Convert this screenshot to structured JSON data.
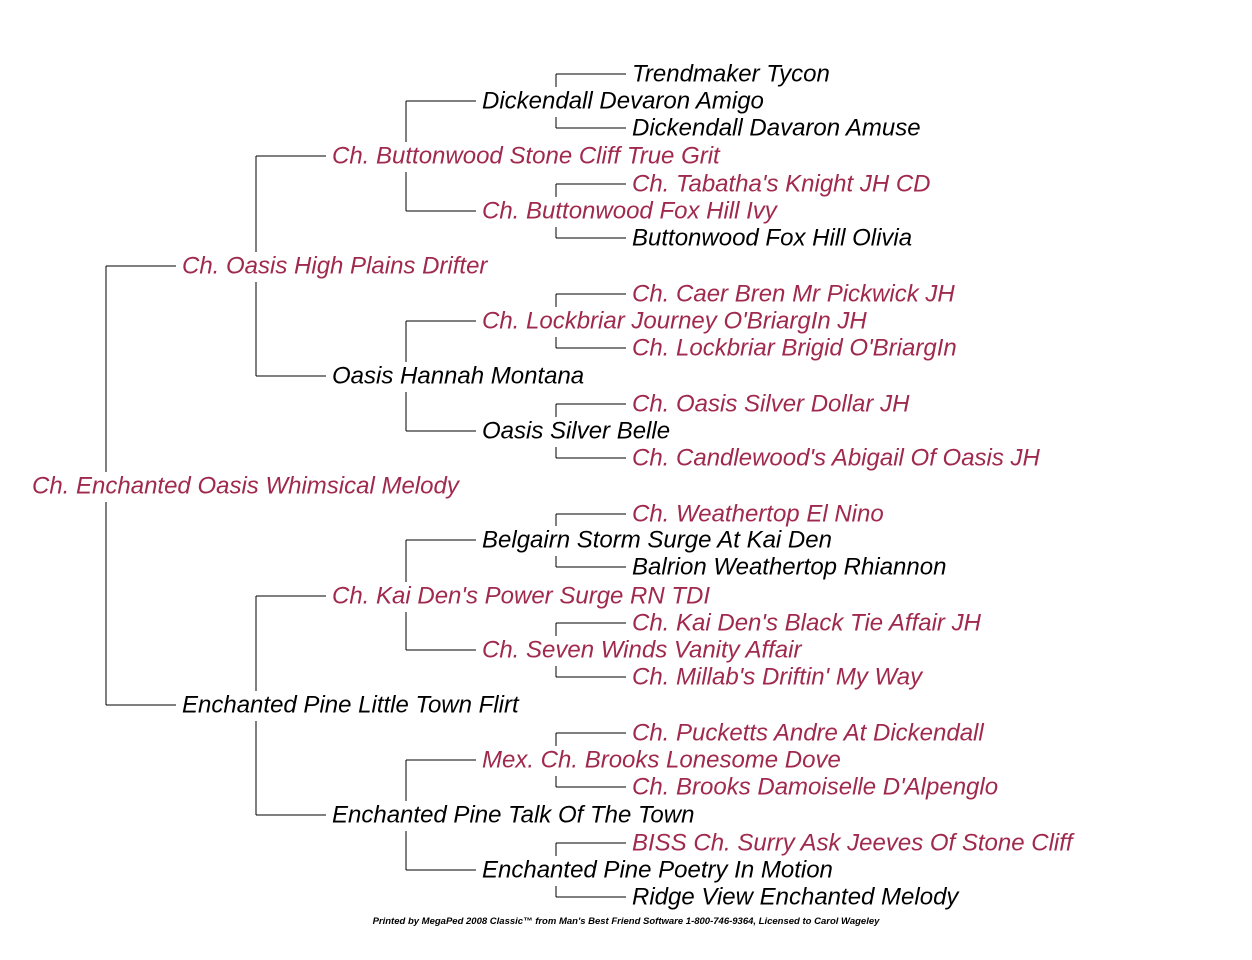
{
  "colors": {
    "champion": "#a0294e",
    "regular": "#000000"
  },
  "pedigree": {
    "name": "Ch. Enchanted Oasis Whimsical Melody",
    "champion": true,
    "sire": {
      "name": "Ch. Oasis High Plains Drifter",
      "champion": true,
      "sire": {
        "name": "Ch. Buttonwood Stone Cliff True Grit",
        "champion": true,
        "sire": {
          "name": "Dickendall Devaron Amigo",
          "champion": false,
          "sire": {
            "name": "Trendmaker Tycon",
            "champion": false
          },
          "dam": {
            "name": "Dickendall Davaron Amuse",
            "champion": false
          }
        },
        "dam": {
          "name": "Ch. Buttonwood Fox Hill Ivy",
          "champion": true,
          "sire": {
            "name": "Ch. Tabatha's Knight JH CD",
            "champion": true
          },
          "dam": {
            "name": "Buttonwood Fox Hill Olivia",
            "champion": false
          }
        }
      },
      "dam": {
        "name": "Oasis Hannah Montana",
        "champion": false,
        "sire": {
          "name": "Ch. Lockbriar Journey O'BriargIn JH",
          "champion": true,
          "sire": {
            "name": "Ch. Caer Bren Mr Pickwick JH",
            "champion": true
          },
          "dam": {
            "name": "Ch. Lockbriar Brigid O'BriargIn",
            "champion": true
          }
        },
        "dam": {
          "name": "Oasis Silver Belle",
          "champion": false,
          "sire": {
            "name": "Ch. Oasis Silver Dollar JH",
            "champion": true
          },
          "dam": {
            "name": "Ch. Candlewood's Abigail Of Oasis JH",
            "champion": true
          }
        }
      }
    },
    "dam": {
      "name": "Enchanted Pine Little Town Flirt",
      "champion": false,
      "sire": {
        "name": "Ch. Kai Den's Power Surge RN TDI",
        "champion": true,
        "sire": {
          "name": "Belgairn Storm Surge At Kai Den",
          "champion": false,
          "sire": {
            "name": "Ch. Weathertop El Nino",
            "champion": true
          },
          "dam": {
            "name": "Balrion Weathertop Rhiannon",
            "champion": false
          }
        },
        "dam": {
          "name": "Ch. Seven Winds Vanity Affair",
          "champion": true,
          "sire": {
            "name": "Ch. Kai Den's Black Tie Affair JH",
            "champion": true
          },
          "dam": {
            "name": "Ch. Millab's Driftin' My Way",
            "champion": true
          }
        }
      },
      "dam": {
        "name": "Enchanted Pine Talk Of The Town",
        "champion": false,
        "sire": {
          "name": "Mex. Ch. Brooks Lonesome Dove",
          "champion": true,
          "sire": {
            "name": "Ch. Pucketts Andre At Dickendall",
            "champion": true
          },
          "dam": {
            "name": "Ch. Brooks Damoiselle D'Alpenglo",
            "champion": true
          }
        },
        "dam": {
          "name": "Enchanted Pine Poetry In Motion",
          "champion": false,
          "sire": {
            "name": "BISS Ch. Surry Ask Jeeves Of Stone Cliff",
            "champion": true
          },
          "dam": {
            "name": "Ridge View Enchanted Melody",
            "champion": false
          }
        }
      }
    }
  },
  "footer": {
    "text": "Printed by MegaPed 2008 Classic™ from Man's Best Friend Software 1-800-746-9364, Licensed to Carol Wageley"
  }
}
